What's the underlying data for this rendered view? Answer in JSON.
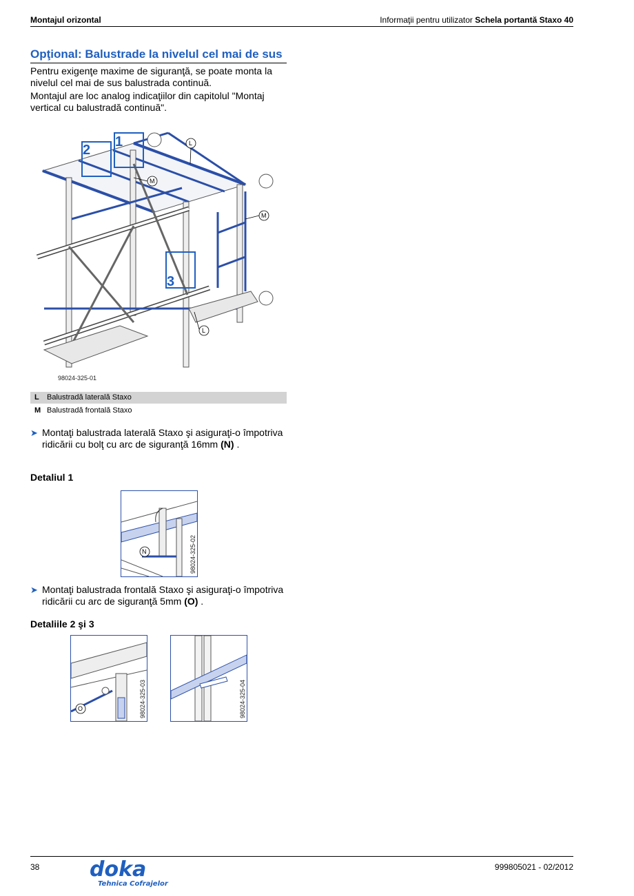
{
  "header": {
    "left": "Montajul orizontal",
    "right_prefix": "Informaţii pentru utilizator",
    "right_bold": "Schela portantă Staxo 40"
  },
  "section": {
    "title": "Opţional: Balustrade la nivelul cel mai de sus",
    "para1": "Pentru exigenţe maxime de siguranţă, se poate monta la nivelul cel mai de sus balustrada continuă.",
    "para2": "Montajul are loc analog indicaţiilor din capitolul \"Montaj vertical cu balustradă continuă\"."
  },
  "main_figure": {
    "id": "98024-325-01",
    "markers": [
      "1",
      "2",
      "3"
    ],
    "callouts": [
      "L",
      "M",
      "M",
      "L"
    ]
  },
  "legend": [
    {
      "key": "L",
      "text": "Balustradă laterală Staxo"
    },
    {
      "key": "M",
      "text": "Balustradă frontală Staxo"
    }
  ],
  "step1": {
    "text": "Montaţi balustrada laterală Staxo şi asiguraţi-o împotriva ridicării cu bolţ cu arc de siguranţă 16mm",
    "code": "(N)",
    "suffix": "."
  },
  "detail1": {
    "title": "Detaliul 1",
    "figure_id": "98024-325-02",
    "callout": "N"
  },
  "step2": {
    "text": "Montaţi balustrada frontală Staxo şi asiguraţi-o împotriva ridicării cu arc de siguranţă 5mm",
    "code": "(O)",
    "suffix": "."
  },
  "detail23": {
    "title": "Detaliile 2 şi 3",
    "figure2_id": "98024-325-03",
    "figure2_callout": "O",
    "figure3_id": "98024-325-04"
  },
  "footer": {
    "page_number": "38",
    "logo": "doka",
    "logo_tagline": "Tehnica Cofrajelor",
    "doc_ref": "999805021  - 02/2012"
  },
  "colors": {
    "accent_blue": "#1f5fbf",
    "frame_blue": "#2b4fa8",
    "legend_bg": "#d3d3d3"
  }
}
